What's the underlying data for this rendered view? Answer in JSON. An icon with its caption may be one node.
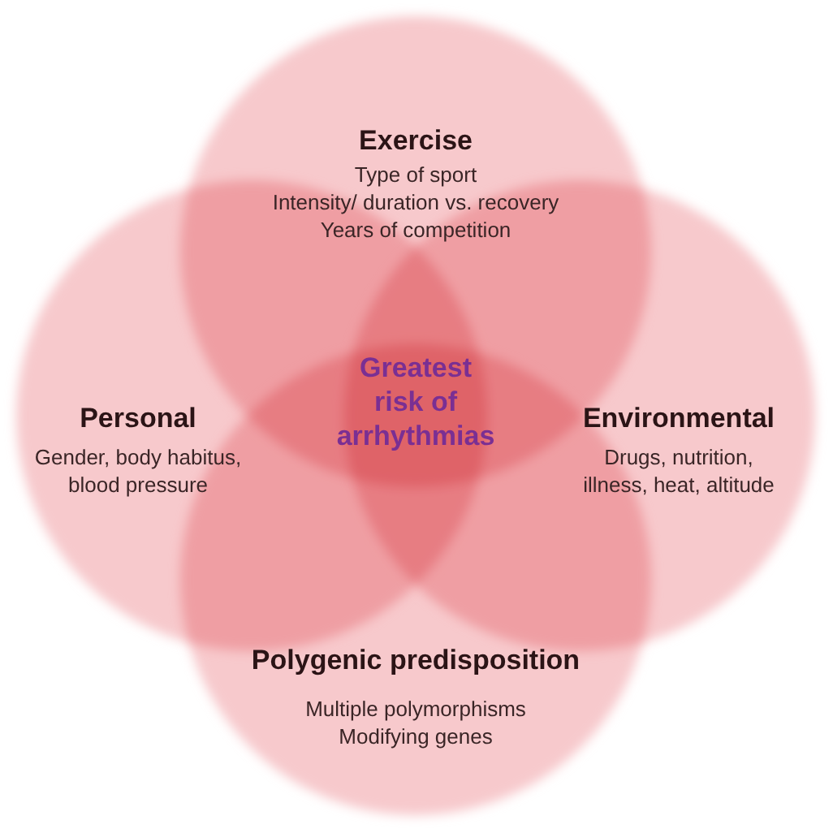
{
  "diagram": {
    "nodes": [
      {
        "text": [
          "Exercise",
          "Type of sport",
          "Intensity/ duration vs. recovery",
          "Years of competition"
        ]
      },
      {
        "text": [
          "Personal",
          "Gender, body habitus, blood pressure"
        ]
      },
      {
        "text": [
          "Environmental",
          "Drugs, nutrition, illness, heat, altitude"
        ]
      },
      {
        "text": [
          "Polygenic predisposition",
          "Multiple polymorphisms",
          "Modifying genes"
        ]
      }
    ],
    "labels": [
      "Greatest risk of arrhythmias"
    ]
  }
}
